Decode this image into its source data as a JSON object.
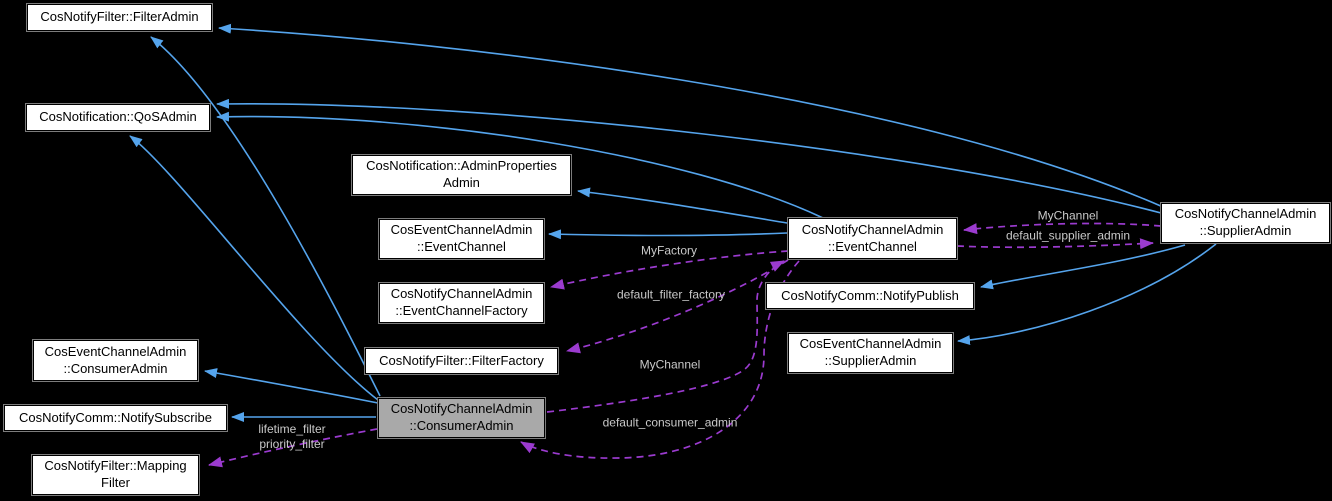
{
  "diagram": {
    "type": "class-collaboration-graph",
    "background": "#000000",
    "colors": {
      "inheritance_edge": "#55a4ec",
      "usage_edge": "#9b3bcf",
      "edge_label_text": "#c9c9c9",
      "node_fill": "#ffffff",
      "node_border": "#000000",
      "focus_node_fill": "#a9a9a9",
      "node_text": "#000000"
    },
    "nodes": [
      {
        "id": "filter-admin",
        "label": "CosNotifyFilter::FilterAdmin"
      },
      {
        "id": "qos-admin",
        "label": "CosNotification::QoSAdmin"
      },
      {
        "id": "admin-properties-admin",
        "label": "CosNotification::AdminProperties\nAdmin"
      },
      {
        "id": "cosevent-event-channel",
        "label": "CosEventChannelAdmin\n::EventChannel"
      },
      {
        "id": "event-channel-factory",
        "label": "CosNotifyChannelAdmin\n::EventChannelFactory"
      },
      {
        "id": "filter-factory",
        "label": "CosNotifyFilter::FilterFactory"
      },
      {
        "id": "cosevent-consumer-admin",
        "label": "CosEventChannelAdmin\n::ConsumerAdmin"
      },
      {
        "id": "notify-subscribe",
        "label": "CosNotifyComm::NotifySubscribe"
      },
      {
        "id": "mapping-filter",
        "label": "CosNotifyFilter::Mapping\nFilter"
      },
      {
        "id": "consumer-admin-focus",
        "label": "CosNotifyChannelAdmin\n::ConsumerAdmin"
      },
      {
        "id": "notify-event-channel",
        "label": "CosNotifyChannelAdmin\n::EventChannel"
      },
      {
        "id": "notify-publish",
        "label": "CosNotifyComm::NotifyPublish"
      },
      {
        "id": "cosevent-supplier-admin",
        "label": "CosEventChannelAdmin\n::SupplierAdmin"
      },
      {
        "id": "notify-supplier-admin",
        "label": "CosNotifyChannelAdmin\n::SupplierAdmin"
      }
    ],
    "edge_labels": [
      {
        "text": "MyFactory"
      },
      {
        "text": "default_filter_factory"
      },
      {
        "text": "MyChannel"
      },
      {
        "text": "default_consumer_admin"
      },
      {
        "text": "MyChannel"
      },
      {
        "text": "default_supplier_admin"
      },
      {
        "text": "lifetime_filter\npriority_filter"
      }
    ],
    "edges": [
      {
        "from": "CosNotifyChannelAdmin::SupplierAdmin",
        "to": "CosNotifyFilter::FilterAdmin",
        "type": "inheritance"
      },
      {
        "from": "CosNotifyChannelAdmin::ConsumerAdmin",
        "to": "CosNotifyFilter::FilterAdmin",
        "type": "inheritance"
      },
      {
        "from": "CosNotifyChannelAdmin::ConsumerAdmin",
        "to": "CosNotification::QoSAdmin",
        "type": "inheritance"
      },
      {
        "from": "CosNotifyChannelAdmin::SupplierAdmin",
        "to": "CosNotification::QoSAdmin",
        "type": "inheritance"
      },
      {
        "from": "CosNotifyChannelAdmin::EventChannel",
        "to": "CosNotification::QoSAdmin",
        "type": "inheritance"
      },
      {
        "from": "CosNotifyChannelAdmin::EventChannel",
        "to": "CosNotification::AdminPropertiesAdmin",
        "type": "inheritance"
      },
      {
        "from": "CosNotifyChannelAdmin::EventChannel",
        "to": "CosEventChannelAdmin::EventChannel",
        "type": "inheritance"
      },
      {
        "from": "CosNotifyChannelAdmin::SupplierAdmin",
        "to": "CosNotifyComm::NotifyPublish",
        "type": "inheritance"
      },
      {
        "from": "CosNotifyChannelAdmin::SupplierAdmin",
        "to": "CosEventChannelAdmin::SupplierAdmin",
        "type": "inheritance"
      },
      {
        "from": "CosNotifyChannelAdmin::ConsumerAdmin",
        "to": "CosEventChannelAdmin::ConsumerAdmin",
        "type": "inheritance"
      },
      {
        "from": "CosNotifyChannelAdmin::ConsumerAdmin",
        "to": "CosNotifyComm::NotifySubscribe",
        "type": "inheritance"
      },
      {
        "from": "CosNotifyChannelAdmin::EventChannel",
        "to": "CosNotifyChannelAdmin::EventChannelFactory",
        "type": "usage",
        "label": "MyFactory"
      },
      {
        "from": "CosNotifyChannelAdmin::EventChannel",
        "to": "CosNotifyFilter::FilterFactory",
        "type": "usage",
        "label": "default_filter_factory"
      },
      {
        "from": "CosNotifyChannelAdmin::ConsumerAdmin",
        "to": "CosNotifyChannelAdmin::EventChannel",
        "type": "usage",
        "label": "MyChannel"
      },
      {
        "from": "CosNotifyChannelAdmin::EventChannel",
        "to": "CosNotifyChannelAdmin::ConsumerAdmin",
        "type": "usage",
        "label": "default_consumer_admin"
      },
      {
        "from": "CosNotifyChannelAdmin::SupplierAdmin",
        "to": "CosNotifyChannelAdmin::EventChannel",
        "type": "usage",
        "label": "MyChannel"
      },
      {
        "from": "CosNotifyChannelAdmin::EventChannel",
        "to": "CosNotifyChannelAdmin::SupplierAdmin",
        "type": "usage",
        "label": "default_supplier_admin"
      },
      {
        "from": "CosNotifyChannelAdmin::ConsumerAdmin",
        "to": "CosNotifyFilter::MappingFilter",
        "type": "usage",
        "label": "lifetime_filter, priority_filter"
      }
    ]
  }
}
